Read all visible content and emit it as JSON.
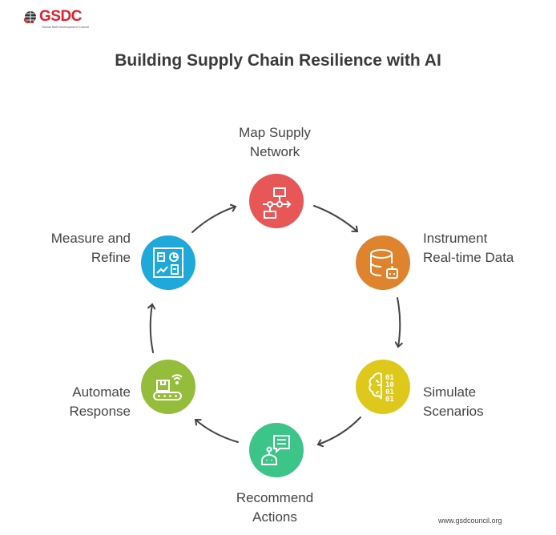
{
  "logo": {
    "text": "GSDC",
    "tagline": "Global Skill Development Council"
  },
  "title": "Building Supply Chain Resilience with AI",
  "steps": [
    {
      "line1": "Map Supply",
      "line2": "Network",
      "icon": "flowchart-icon",
      "color": "#E85757"
    },
    {
      "line1": "Instrument",
      "line2": "Real-time Data",
      "icon": "database-robot-icon",
      "color": "#E0832F"
    },
    {
      "line1": "Simulate",
      "line2": "Scenarios",
      "icon": "brain-binary-icon",
      "color": "#DEC81C"
    },
    {
      "line1": "Recommend",
      "line2": "Actions",
      "icon": "robot-chat-icon",
      "color": "#3DC489"
    },
    {
      "line1": "Automate",
      "line2": "Response",
      "icon": "conveyor-wifi-icon",
      "color": "#94BD3B"
    },
    {
      "line1": "Measure and",
      "line2": "Refine",
      "icon": "dashboard-icon",
      "color": "#1FA9DA"
    }
  ],
  "footer": "www.gsdcouncil.org"
}
